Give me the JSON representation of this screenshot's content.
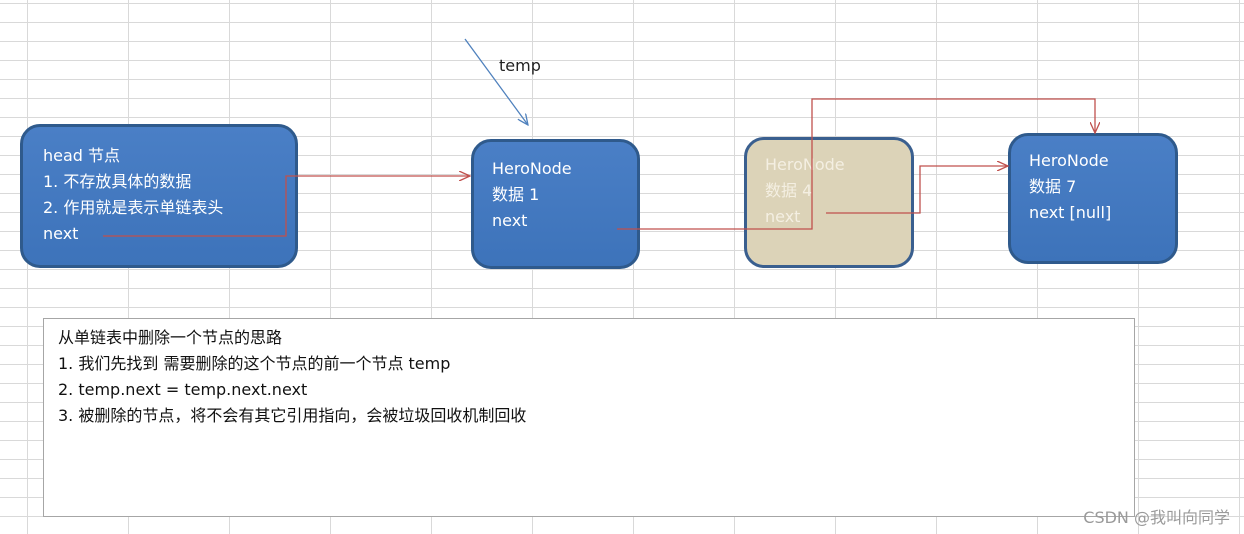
{
  "temp_label": "temp",
  "head_node": {
    "lines": [
      "head 节点",
      "1. 不存放具体的数据",
      "2. 作用就是表示单链表头",
      "next"
    ]
  },
  "node_1": {
    "lines": [
      "HeroNode",
      "数据 1",
      "next"
    ]
  },
  "node_4": {
    "lines": [
      "HeroNode",
      "数据 4",
      "next"
    ]
  },
  "node_7": {
    "lines": [
      "HeroNode",
      "数据 7",
      "next [null]"
    ]
  },
  "explanation": {
    "title": "从单链表中删除一个节点的思路",
    "steps": [
      "1.  我们先找到 需要删除的这个节点的前一个节点 temp",
      "2.  temp.next = temp.next.next",
      "3. 被删除的节点，将不会有其它引用指向，会被垃圾回收机制回收"
    ]
  },
  "watermark": "CSDN @我叫向同学",
  "colors": {
    "node_fill": "#4a7fc6",
    "node_border": "#2f5a8c",
    "deleted_node_fill": "#dcd3b8",
    "link_arrow": "#c0504d",
    "temp_arrow": "#4f81bd"
  }
}
